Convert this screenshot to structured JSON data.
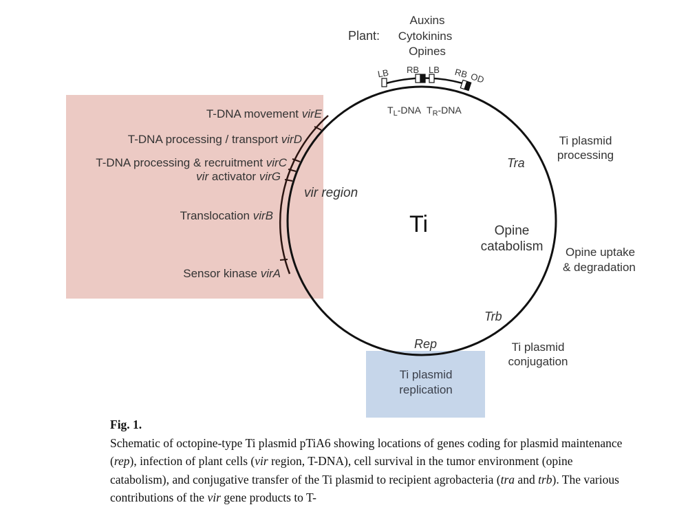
{
  "plasmid": {
    "name": "Ti",
    "plant_label": "Plant:",
    "plant_products": [
      "Auxins",
      "Cytokinins",
      "Opines"
    ],
    "border_labels": [
      "LB",
      "RB",
      "LB",
      "RB",
      "OD"
    ],
    "tdna_left": {
      "t": "T",
      "sub": "L",
      "rest": "-DNA"
    },
    "tdna_right": {
      "t": "T",
      "sub": "R",
      "rest": "-DNA"
    }
  },
  "vir_region": {
    "label_italic": "vir",
    "label_rest": " region",
    "highlight_color": "#eccac4",
    "genes": [
      {
        "function": "T-DNA movement ",
        "gene": "virE"
      },
      {
        "function": "T-DNA processing / transport ",
        "gene": "virD"
      },
      {
        "function": "T-DNA processing & recruitment ",
        "gene": "virC"
      },
      {
        "function_italic": "vir",
        "function": " activator ",
        "gene": "virG"
      },
      {
        "function": "Translocation ",
        "gene": "virB"
      },
      {
        "function": "Sensor kinase ",
        "gene": "virA"
      }
    ]
  },
  "regions": {
    "tra": {
      "gene": "Tra",
      "role_lines": [
        "Ti plasmid",
        "processing"
      ]
    },
    "opine": {
      "inner_lines": [
        "Opine",
        "catabolism"
      ],
      "role_lines": [
        "Opine uptake",
        "& degradation"
      ]
    },
    "trb": {
      "gene": "Trb",
      "role_lines": [
        "Ti plasmid",
        "conjugation"
      ]
    },
    "rep": {
      "gene": "Rep",
      "role_lines": [
        "Ti plasmid",
        "replication"
      ],
      "highlight_color": "#c6d6ea"
    }
  },
  "caption": {
    "title": "Fig. 1.",
    "segments": [
      {
        "t": "Schematic of octopine-type Ti plasmid pTiA6 showing locations of genes coding for plasmid maintenance ("
      },
      {
        "t": "rep",
        "i": true
      },
      {
        "t": "), infection of plant cells ("
      },
      {
        "t": "vir",
        "i": true
      },
      {
        "t": " region, T-DNA), cell survival in the tumor environment (opine catabolism), and conjugative transfer of the Ti plasmid to recipient agrobacteria ("
      },
      {
        "t": "tra",
        "i": true
      },
      {
        "t": " and "
      },
      {
        "t": "trb",
        "i": true
      },
      {
        "t": "). The various contributions of the "
      },
      {
        "t": "vir",
        "i": true
      },
      {
        "t": " gene products to T-"
      }
    ]
  }
}
